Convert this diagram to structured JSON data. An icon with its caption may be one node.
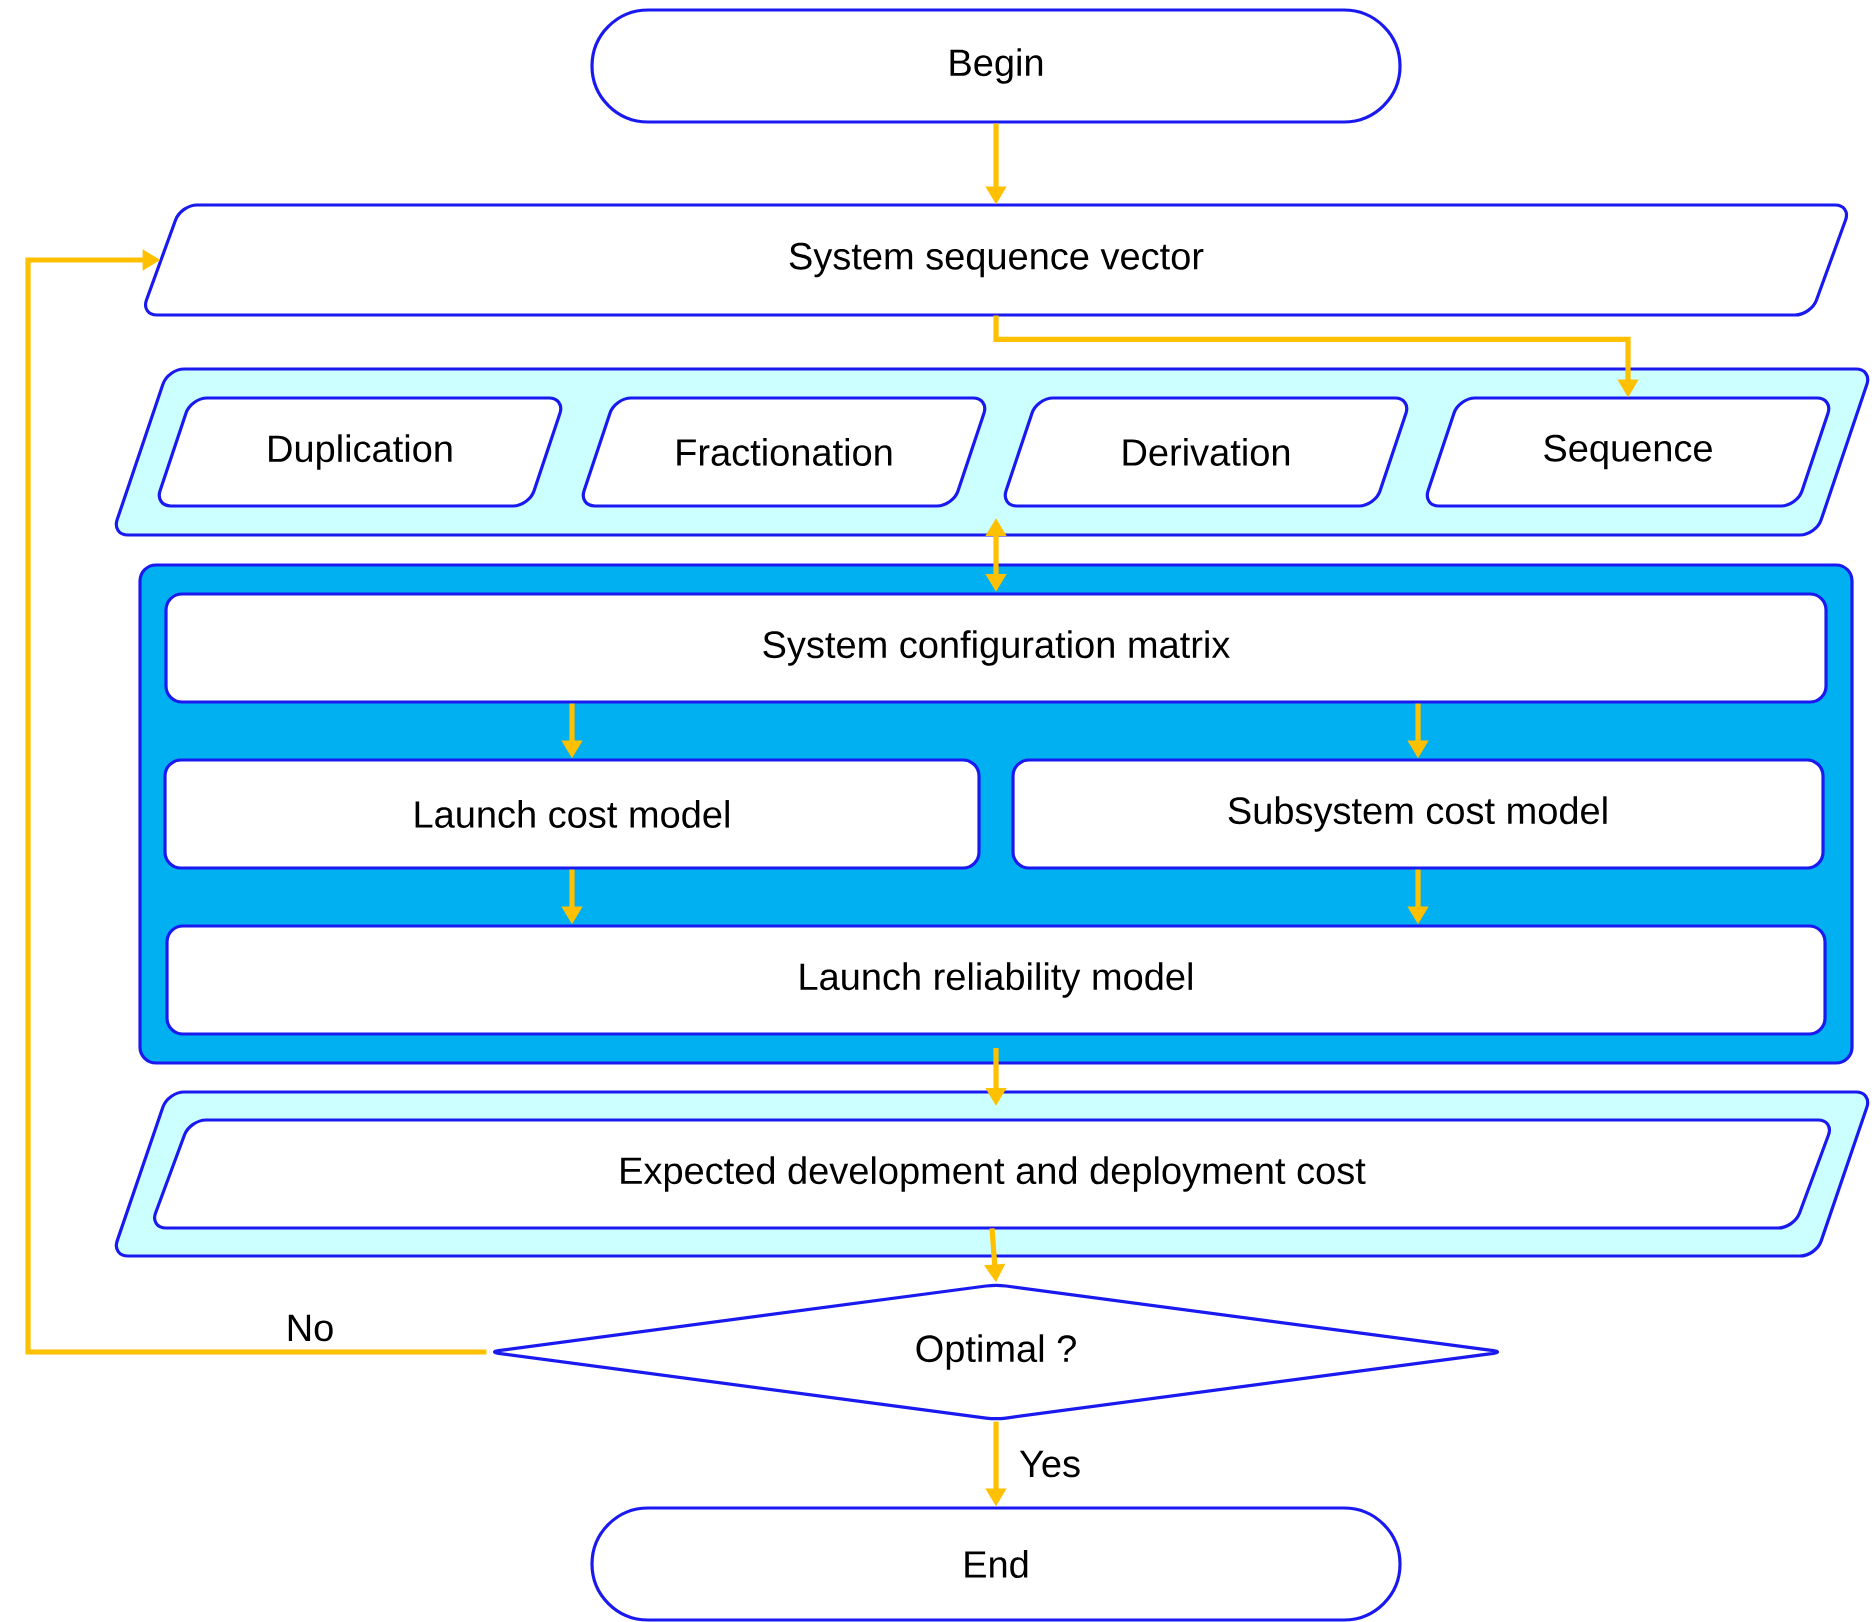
{
  "diagram": {
    "nodes": [
      {
        "text": [
          "Begin"
        ]
      },
      {
        "text": [
          "System sequence vector"
        ]
      },
      {
        "text": [],
        "shape": "parallelogram"
      },
      {
        "text": [
          "Duplication"
        ],
        "in": 2
      },
      {
        "text": [
          "Fractionation"
        ],
        "in": 2
      },
      {
        "text": [
          "Derivation"
        ],
        "in": 2
      },
      {
        "text": [
          "Sequence"
        ],
        "in": 2
      },
      {
        "text": [],
        "shape": "box"
      },
      {
        "text": [
          "System configuration matrix"
        ],
        "in": 7
      },
      {
        "text": [
          "Launch cost model"
        ],
        "in": 7
      },
      {
        "text": [
          "Subsystem cost model"
        ],
        "in": 7
      },
      {
        "text": [
          "Launch reliability model"
        ],
        "in": 7
      },
      {
        "text": [],
        "shape": "parallelogram"
      },
      {
        "text": [
          "Expected development and deployment cost"
        ],
        "in": 12
      },
      {
        "text": [
          "Optimal ?"
        ]
      },
      {
        "text": [
          "End"
        ]
      }
    ],
    "edges": [
      {
        "from": 0,
        "to": 1,
        "arrow": "to"
      },
      {
        "from": 1,
        "to": 6,
        "arrow": "to"
      },
      {
        "from": 2,
        "to": 7,
        "arrow": "both"
      },
      {
        "from": 8,
        "to": 9,
        "arrow": "to"
      },
      {
        "from": 8,
        "to": 10,
        "arrow": "to"
      },
      {
        "from": 9,
        "to": 11,
        "arrow": "to"
      },
      {
        "from": 10,
        "to": 11,
        "arrow": "to"
      },
      {
        "from": 7,
        "to": 12,
        "arrow": "to"
      },
      {
        "from": 13,
        "to": 14,
        "arrow": "to"
      },
      {
        "from": 14,
        "to": 15,
        "arrow": "to",
        "label": "Yes"
      },
      {
        "from": 14,
        "to": 1,
        "arrow": "to",
        "label": "No"
      }
    ]
  }
}
